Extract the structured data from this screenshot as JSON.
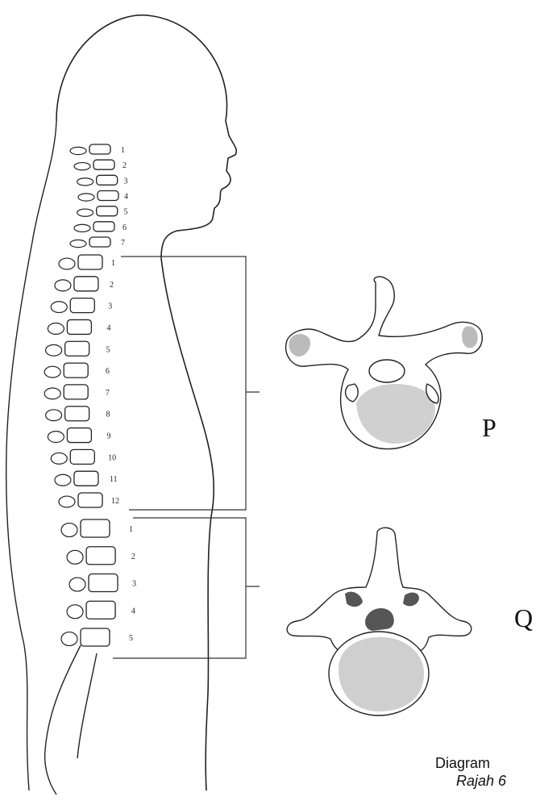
{
  "labels": {
    "p": "P",
    "q": "Q"
  },
  "caption": {
    "en": "Diagram",
    "my": "Rajah 6"
  },
  "cervical_numbers": [
    "1",
    "2",
    "3",
    "4",
    "5",
    "6",
    "7"
  ],
  "thoracic_numbers": [
    "1",
    "2",
    "3",
    "4",
    "5",
    "6",
    "7",
    "8",
    "9",
    "10",
    "11",
    "12"
  ],
  "lumbar_numbers": [
    "1",
    "2",
    "3",
    "4",
    "5"
  ],
  "colors": {
    "line": "#222222",
    "shade": "#999999",
    "dark": "#555555"
  }
}
